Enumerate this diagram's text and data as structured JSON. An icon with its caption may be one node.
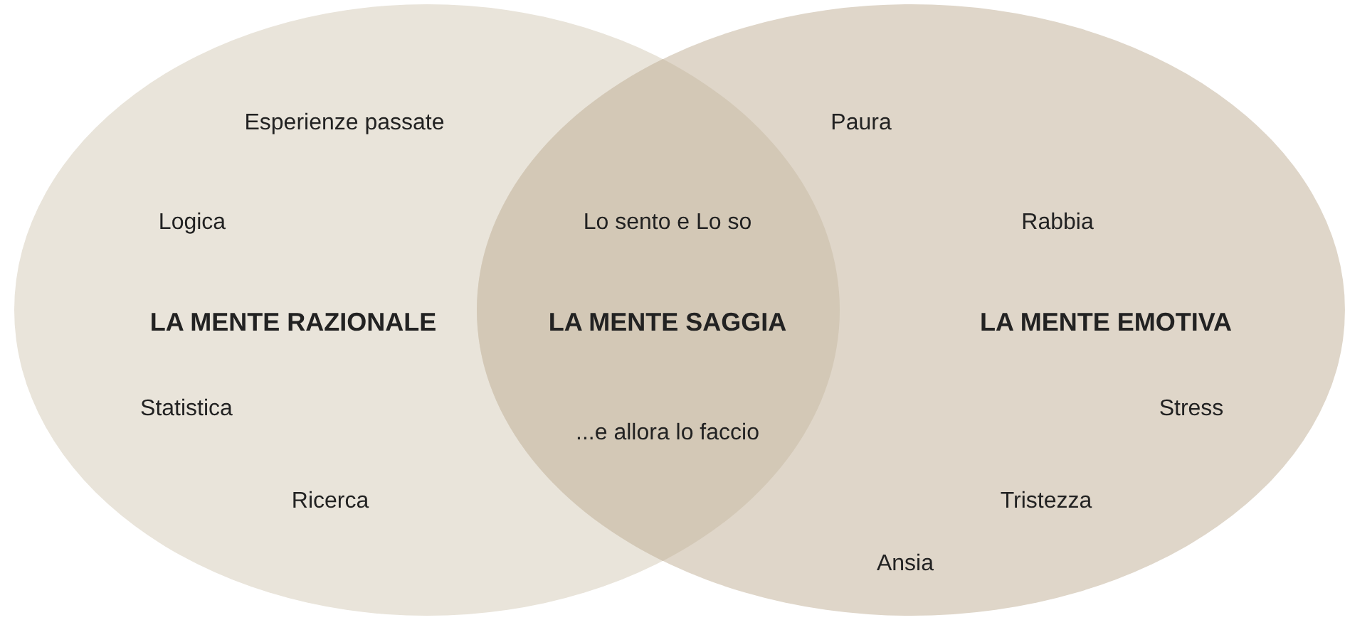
{
  "diagram": {
    "nodes": [
      {
        "text": [
          "Esperienze passate",
          "Logica",
          "LA MENTE RAZIONALE",
          "Statistica",
          "Ricerca"
        ]
      },
      {
        "text": [
          "Paura",
          "Rabbia",
          "LA MENTE EMOTIVA",
          "Stress",
          "Tristezza",
          "Ansia"
        ]
      },
      {
        "text": [
          "Lo sento e Lo so",
          "LA MENTE SAGGIA",
          "...e allora lo faccio"
        ]
      }
    ],
    "edges": []
  }
}
